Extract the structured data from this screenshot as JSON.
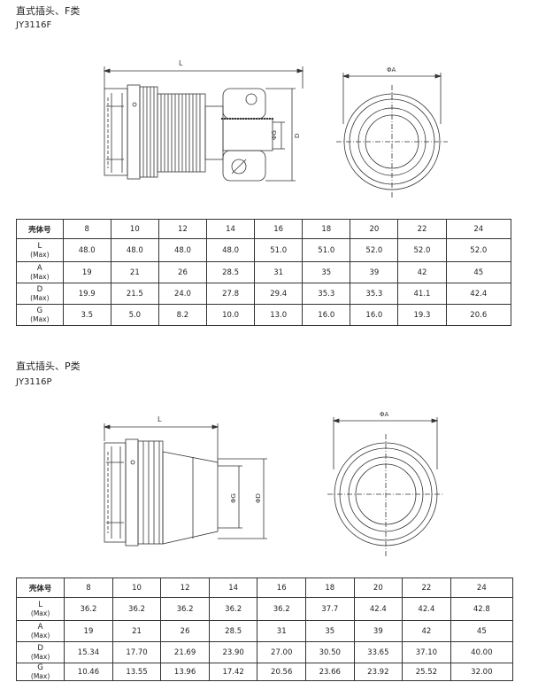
{
  "sections": [
    {
      "title": "直式插头、F类",
      "code": "JY3116F",
      "drawing_labels": {
        "L": "L",
        "G": "ΦG",
        "D": "D",
        "A": "ΦA"
      },
      "table": {
        "header": [
          "壳体号",
          "8",
          "10",
          "12",
          "14",
          "16",
          "18",
          "20",
          "22",
          "24"
        ],
        "rows": [
          {
            "label": "L",
            "unit": "(Max)",
            "values": [
              "48.0",
              "48.0",
              "48.0",
              "48.0",
              "51.0",
              "51.0",
              "52.0",
              "52.0",
              "52.0"
            ]
          },
          {
            "label": "A",
            "unit": "(Max)",
            "values": [
              "19",
              "21",
              "26",
              "28.5",
              "31",
              "35",
              "39",
              "42",
              "45"
            ]
          },
          {
            "label": "D",
            "unit": "(Max)",
            "values": [
              "19.9",
              "21.5",
              "24.0",
              "27.8",
              "29.4",
              "35.3",
              "35.3",
              "41.1",
              "42.4"
            ]
          },
          {
            "label": "G",
            "unit": "(Max)",
            "values": [
              "3.5",
              "5.0",
              "8.2",
              "10.0",
              "13.0",
              "16.0",
              "16.0",
              "19.3",
              "20.6"
            ]
          }
        ]
      }
    },
    {
      "title": "直式插头、P类",
      "code": "JY3116P",
      "drawing_labels": {
        "L": "L",
        "G": "ΦG",
        "D": "ΦD",
        "A": "ΦA"
      },
      "table": {
        "header": [
          "壳体号",
          "8",
          "10",
          "12",
          "14",
          "16",
          "18",
          "20",
          "22",
          "24"
        ],
        "rows": [
          {
            "label": "L",
            "unit": "(Max)",
            "values": [
              "36.2",
              "36.2",
              "36.2",
              "36.2",
              "36.2",
              "37.7",
              "42.4",
              "42.4",
              "42.8"
            ]
          },
          {
            "label": "A",
            "unit": "(Max)",
            "values": [
              "19",
              "21",
              "26",
              "28.5",
              "31",
              "35",
              "39",
              "42",
              "45"
            ]
          },
          {
            "label": "D",
            "unit": "(Max)",
            "values": [
              "15.34",
              "17.70",
              "21.69",
              "23.90",
              "27.00",
              "30.50",
              "33.65",
              "37.10",
              "40.00"
            ]
          },
          {
            "label": "G",
            "unit": "(Max)",
            "values": [
              "10.46",
              "13.55",
              "13.96",
              "17.42",
              "20.56",
              "23.66",
              "23.92",
              "25.52",
              "32.00"
            ]
          }
        ]
      }
    }
  ]
}
